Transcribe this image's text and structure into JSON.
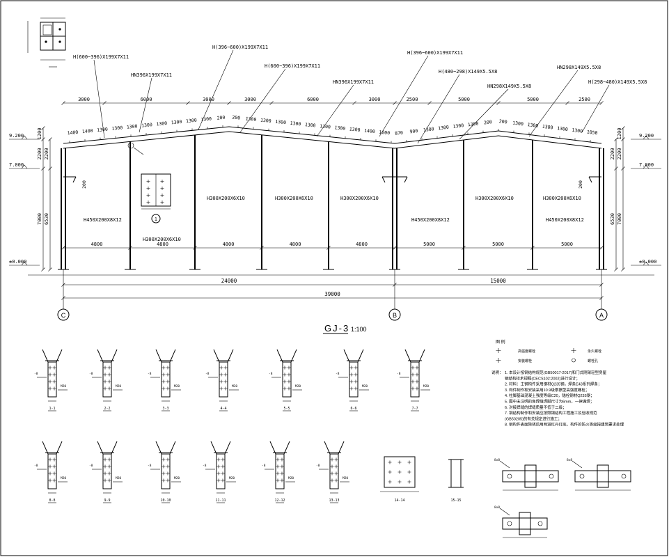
{
  "drawing": {
    "title": "GJ-3",
    "scale": "1:100",
    "grid_axes": [
      "C",
      "B",
      "A"
    ],
    "overall_dim": "39000",
    "span_dims": [
      "24000",
      "15000"
    ],
    "levels": {
      "eave": "9.200",
      "crane": "7.000",
      "ground": "±0.000"
    },
    "side_dims_left": [
      "1200",
      "2200",
      "7000"
    ],
    "side_dims_left_inner": [
      "2200",
      "6530"
    ],
    "side_dims_right": [
      "1200",
      "2200",
      "7000"
    ],
    "side_dims_right_inner": [
      "2200",
      "6530"
    ],
    "small_200": "200",
    "top_segments": [
      "3000",
      "6000",
      "3000",
      "3000",
      "6000",
      "3000",
      "2500",
      "5000",
      "5000",
      "2500"
    ],
    "rafter_segments": [
      "1400",
      "1400",
      "1300",
      "1300",
      "1300",
      "1300",
      "1300",
      "1300",
      "1300",
      "1300",
      "200",
      "200",
      "1300",
      "1300",
      "1300",
      "1300",
      "1300",
      "1300",
      "1300",
      "1300",
      "1400",
      "1000",
      "870",
      "900",
      "1300",
      "1300",
      "1300",
      "1300",
      "200",
      "200",
      "1300",
      "1300",
      "1300",
      "1300",
      "1300",
      "1050"
    ],
    "bay_dims": [
      "4800",
      "4800",
      "4800",
      "4800",
      "4800",
      "5000",
      "5000",
      "5000"
    ],
    "member_labels": [
      "H(600~396)X199X7X11",
      "HN396X199X7X11",
      "H(396~600)X199X7X11",
      "H(600~396)X199X7X11",
      "HN396X199X7X11",
      "H(396~600)X199X7X11",
      "H(480~298)X149X5.5X8",
      "HN298X149X5.5X8",
      "HN298X149X5.5X8",
      "H(298~480)X149X5.5X8"
    ],
    "column_labels": [
      "H450X200X8X12",
      "H300X200X6X10",
      "H300X200X6X10",
      "H300X200X6X10",
      "H300X200X6X10",
      "H450X200X8X12",
      "H300X200X6X10",
      "H300X200X6X10",
      "H450X200X8X12"
    ],
    "detail_marker": "1"
  },
  "legend": {
    "heading": "图 例",
    "items": [
      "高强度螺栓",
      "永久螺栓",
      "安装螺栓",
      "螺栓孔"
    ]
  },
  "notes": {
    "label": "说明：",
    "lines": [
      "1. 本设计按钢结构规范(GB50017-2017)和门式刚架轻型房屋",
      "   钢结构技术规程(CECS102:2002)进行设计；",
      "2. 材料：主钢构件采用钢材Q235钢，焊条E43系列焊条；",
      "3. 构件制作和安装采用10.9级摩擦型高强度螺栓；",
      "4. 柱脚基础混凝土强度等级C20，锚栓钢材Q235钢；",
      "5. 图中未注明的角焊缝焊脚尺寸为6mm，一律满焊；",
      "6. 对接焊缝的焊缝质量不低于二级；",
      "7. 钢结构制作和安装应按照钢结构工程施工及验收规范",
      "   (GB50205)的有关规定进行施工；",
      "8. 钢构件表面除锈后用两道红丹打底，构件的防火等级按建筑要求处理"
    ]
  },
  "details": {
    "row1": [
      "1-1",
      "2-2",
      "3-3",
      "4-4",
      "5-5",
      "6-6",
      "7-7"
    ],
    "row2": [
      "8-8",
      "9-9",
      "10-10",
      "11-11",
      "12-12",
      "13-13",
      "14-14",
      "15-15"
    ],
    "small_texts": [
      "-8",
      "10-10",
      "M20",
      "8x8"
    ]
  }
}
